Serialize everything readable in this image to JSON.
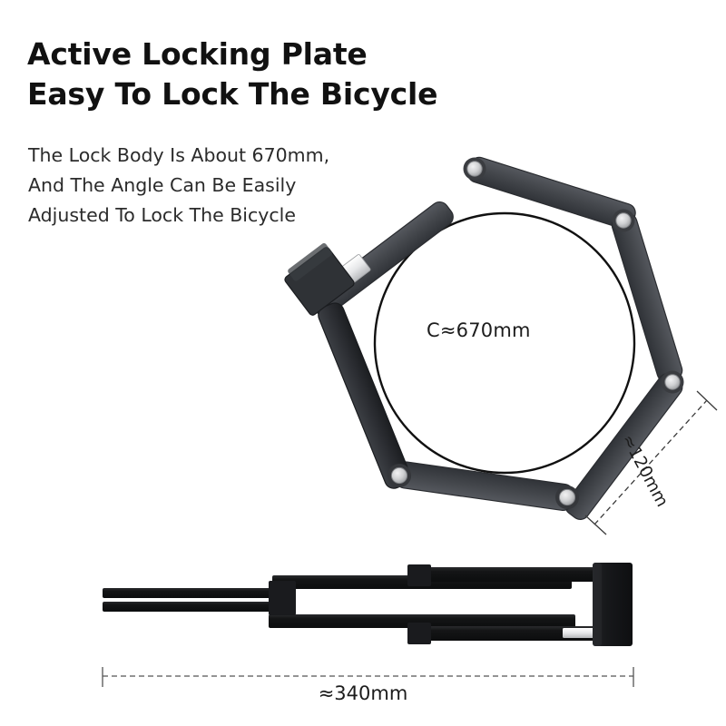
{
  "page": {
    "background_color": "#ffffff",
    "text_color": "#111111"
  },
  "headline": {
    "line1": "Active Locking Plate",
    "line2": "Easy To Lock The Bicycle"
  },
  "subhead": {
    "line1": "The Lock Body Is About 670mm,",
    "line2": "And The Angle Can Be Easily",
    "line3": "Adjusted To Lock The Bicycle"
  },
  "diagram_open": {
    "circumference_label": "C≈670mm",
    "segment_length_label": "≈120mm",
    "bar_color": "#44474c",
    "bar_dark_color": "#2b2d31",
    "rivet_color": "#c8c9cb",
    "rivet_ring_color": "#3a3c40",
    "bolt_color": "#e2e3e5",
    "circle_stroke": "#111111",
    "dimension_stroke": "#3a3a3a"
  },
  "diagram_folded": {
    "total_length_label": "≈340mm",
    "bar_color": "#151617",
    "lock_head_color": "#16171a",
    "bolt_color": "#b9babc",
    "dimension_stroke": "#555555"
  }
}
